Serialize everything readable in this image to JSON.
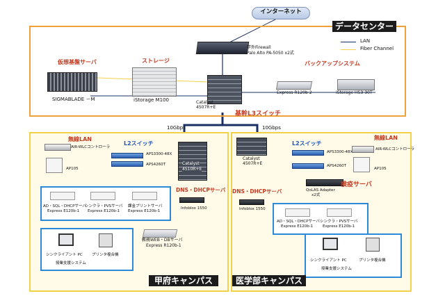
{
  "internet": {
    "label": "インターネット"
  },
  "datacenter": {
    "title": "データセンター",
    "legend": {
      "lan": "LAN",
      "fc": "Fiber Channel"
    },
    "firewall": {
      "line1": "学外Firewall",
      "line2": "Palo Alto PA-5050 x2式"
    },
    "virtual_server": {
      "heading": "仮想基盤サーバ",
      "name": "SIGMABLADE －M"
    },
    "storage": {
      "heading": "ストレージ",
      "name": "iStorage M100"
    },
    "core_switch": {
      "line1": "Catalyst",
      "line2": "4507R+E",
      "heading": "基幹L3スイッチ"
    },
    "backup": {
      "heading": "バックアップシステム",
      "server": "Express R120b-2",
      "storage": "iStorage HS3-30T"
    }
  },
  "links": {
    "left": "10Gbps",
    "right": "10Gbps"
  },
  "kofu": {
    "title": "甲府キャンパス",
    "wireless_heading": "無線LAN",
    "ap_controller": "AIR-WLCコントローラ",
    "ap_model": "AP105",
    "l2_heading": "L2スイッチ",
    "l2_model1": "APS3300-48X",
    "l2_model2": "APS4260T",
    "dist_switch": {
      "line1": "Catalyst",
      "line2": "4510R+E"
    },
    "dns_heading": "DNS・DHCPサーバ",
    "infoblox": "Infoblox 1550",
    "servers": [
      {
        "line1": "AD・SQL・DHCPサーバ",
        "line2": "Express E120b-1"
      },
      {
        "line1": "シンクラ・PVSサーバ",
        "line2": "Express E120b-1"
      },
      {
        "line1": "課金プリントサーバ",
        "line2": "Express E120b-1"
      }
    ],
    "web_server": {
      "line1": "教務WEB・DBサーバ",
      "line2": "Express R120b-1"
    },
    "client": {
      "pc": "シンクライアント PC",
      "printer": "プリンタ複合機",
      "system": "授業支援システム"
    }
  },
  "medical": {
    "title": "医学部キャンパス",
    "wireless_heading": "無線LAN",
    "ap_controller": "AIR-WLCコントローラ",
    "ap_model": "AP105",
    "l2_heading": "L2スイッチ",
    "l2_model1": "APS3300-48X",
    "l2_model2": "APS4260T",
    "dist_switch": {
      "line1": "Catalyst",
      "line2": "4507R+E"
    },
    "dns_heading": "DNS・DHCPサーバ",
    "infoblox": "Infoblox 1550",
    "qnap": {
      "line1": "QoLAS Adapter",
      "line2": "x2式"
    },
    "auth_heading": "検疫サーバ",
    "servers": [
      {
        "line1": "AD・SQL・DHCPサーバ",
        "line2": "Express E120b-1"
      },
      {
        "line1": "シンクラ・PVSサーバ",
        "line2": "Express E120b-1"
      }
    ],
    "client": {
      "pc": "シンクライアント PC",
      "printer": "プリンタ複合機",
      "system": "授業支援システム"
    }
  },
  "colors": {
    "orange": "#f0a23a",
    "yellow": "#f3d24a",
    "blue": "#2a8ad8",
    "lan": "#1a2f66",
    "fc": "#f3d24a"
  }
}
